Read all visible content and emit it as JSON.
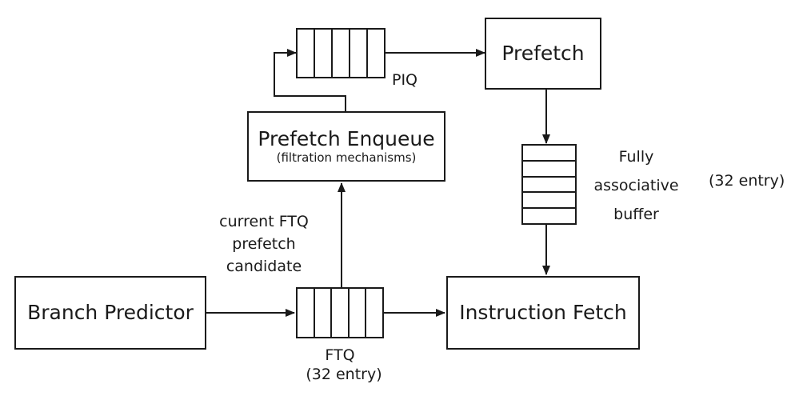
{
  "boxes": {
    "prefetch": {
      "title": "Prefetch"
    },
    "prefetch_enqueue": {
      "title": "Prefetch Enqueue",
      "subtitle": "(filtration mechanisms)"
    },
    "branch_predictor": {
      "title": "Branch Predictor"
    },
    "instruction_fetch": {
      "title": "Instruction Fetch"
    }
  },
  "queues": {
    "piq": {
      "label": "PIQ",
      "slots": 5
    },
    "ftq": {
      "label": "FTQ",
      "size_label": "(32 entry)",
      "slots": 5
    },
    "buffer": {
      "label_lines": [
        "Fully",
        "associative",
        "buffer"
      ],
      "size_label": "(32 entry)",
      "slots": 5
    }
  },
  "annotations": {
    "ftq_candidate": [
      "current FTQ",
      "prefetch",
      "candidate"
    ]
  },
  "colors": {
    "stroke": "#1a1a1a",
    "background": "#ffffff"
  }
}
